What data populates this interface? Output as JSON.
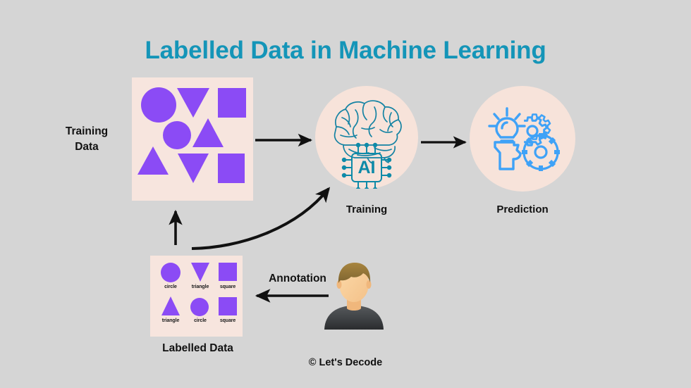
{
  "title": "Labelled Data in Machine Learning",
  "theme": {
    "background": "#d5d5d5",
    "title_color": "#1495b8",
    "panel_color": "#f7e5de",
    "circle_color": "#f7e3da",
    "shape_color": "#8b4bf5",
    "brain_color": "#1583a3",
    "chip_color": "#0e8aa8",
    "prediction_icon_color": "#3fa2f7",
    "arrow_color": "#111111",
    "text_color": "#111111"
  },
  "training_data": {
    "caption_line1": "Training",
    "caption_line2": "Data",
    "shapes": [
      {
        "type": "circle",
        "name": "shape-circle"
      },
      {
        "type": "triangle-down",
        "name": "shape-triangle-down"
      },
      {
        "type": "square",
        "name": "shape-square"
      },
      {
        "type": "circle",
        "name": "shape-circle"
      },
      {
        "type": "triangle-up",
        "name": "shape-triangle-up"
      },
      {
        "type": "triangle-up",
        "name": "shape-triangle-up"
      },
      {
        "type": "triangle-down",
        "name": "shape-triangle-down"
      },
      {
        "type": "square",
        "name": "shape-square"
      }
    ]
  },
  "training_stage": {
    "caption": "Training",
    "icons": [
      "brain-icon",
      "ai-chip-icon"
    ],
    "chip_label": "AI"
  },
  "prediction_stage": {
    "caption": "Prediction",
    "icons": [
      "head-lightbulb-icon",
      "gear-icon",
      "gear-icon"
    ]
  },
  "labelled_data": {
    "caption": "Labelled Data",
    "items": [
      {
        "shape": "circle",
        "label": "circle"
      },
      {
        "shape": "triangle-down",
        "label": "triangle"
      },
      {
        "shape": "square",
        "label": "square"
      },
      {
        "shape": "triangle-up",
        "label": "triangle"
      },
      {
        "shape": "circle",
        "label": "circle"
      },
      {
        "shape": "square",
        "label": "square"
      }
    ]
  },
  "annotation": {
    "label": "Annotation",
    "actor": "person-avatar"
  },
  "arrows": [
    {
      "name": "arrow-training-data-to-training",
      "style": "straight-right"
    },
    {
      "name": "arrow-training-to-prediction",
      "style": "straight-right"
    },
    {
      "name": "arrow-labelled-data-to-training-data",
      "style": "straight-up"
    },
    {
      "name": "arrow-labelled-data-to-training",
      "style": "curved-up-right"
    },
    {
      "name": "arrow-person-to-labelled-data",
      "style": "straight-left"
    }
  ],
  "footer": {
    "credit": "© Let's  Decode"
  }
}
